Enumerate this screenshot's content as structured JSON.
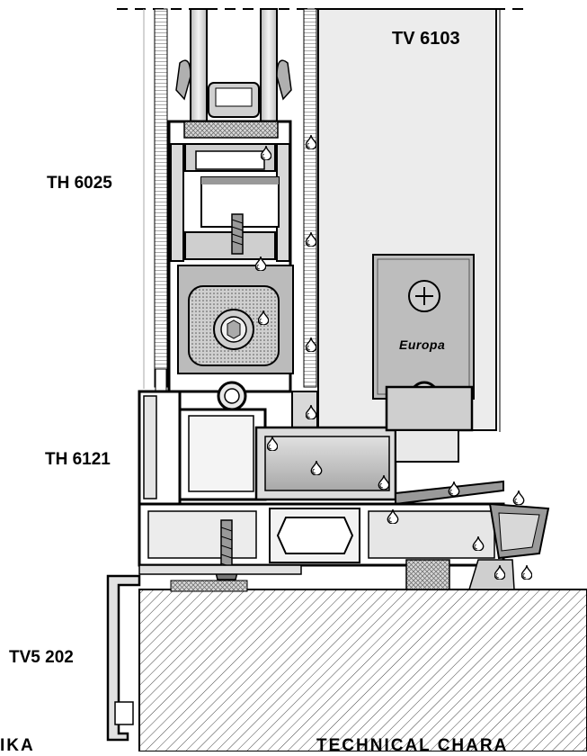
{
  "labels": {
    "profile_top_right": "TV 6103",
    "profile_sash": "TH 6025",
    "profile_frame": "TH 6121",
    "profile_sill": "TV5 202",
    "brand": "Europa",
    "footer_left": "IKA",
    "footer_right": "TECHNICAL CHARA"
  },
  "colors": {
    "outline": "#000000",
    "panel": "#ececec",
    "profile_fill": "#bfbfbf",
    "dark_fill": "#808080",
    "hatch": "#555555"
  },
  "icons": [
    "screw-head-icon",
    "water-drop-icon",
    "screw-icon"
  ]
}
